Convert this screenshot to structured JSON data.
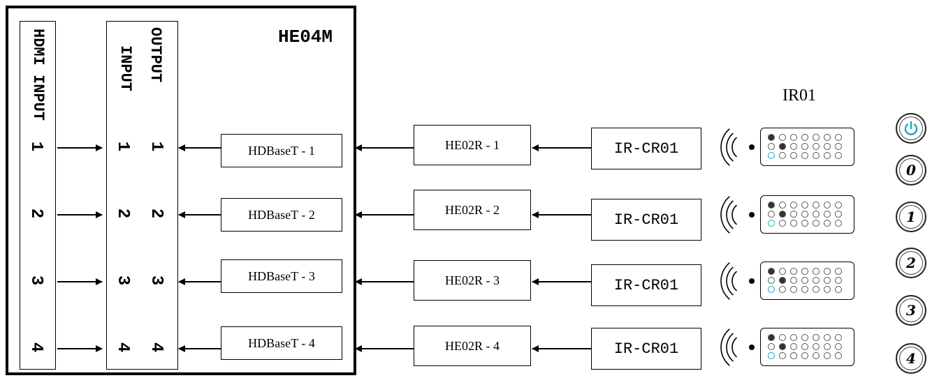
{
  "main_unit": {
    "name": "HE04M",
    "hdmi_input_label": "HDMI INPUT",
    "output_label": "OUTPUT",
    "input_label": "INPUT",
    "ports": [
      "1",
      "2",
      "3",
      "4"
    ]
  },
  "hdbaset": [
    "HDBaseT - 1",
    "HDBaseT - 2",
    "HDBaseT - 3",
    "HDBaseT - 4"
  ],
  "receivers": [
    "HE02R - 1",
    "HE02R - 2",
    "HE02R - 3",
    "HE02R - 4"
  ],
  "ir_receivers": [
    "IR-CR01",
    "IR-CR01",
    "IR-CR01",
    "IR-CR01"
  ],
  "remote_label": "IR01",
  "remote_buttons": [
    "0",
    "1",
    "2",
    "3",
    "4"
  ],
  "colors": {
    "line": "#000000",
    "power_accent": "#1aa7b8"
  }
}
